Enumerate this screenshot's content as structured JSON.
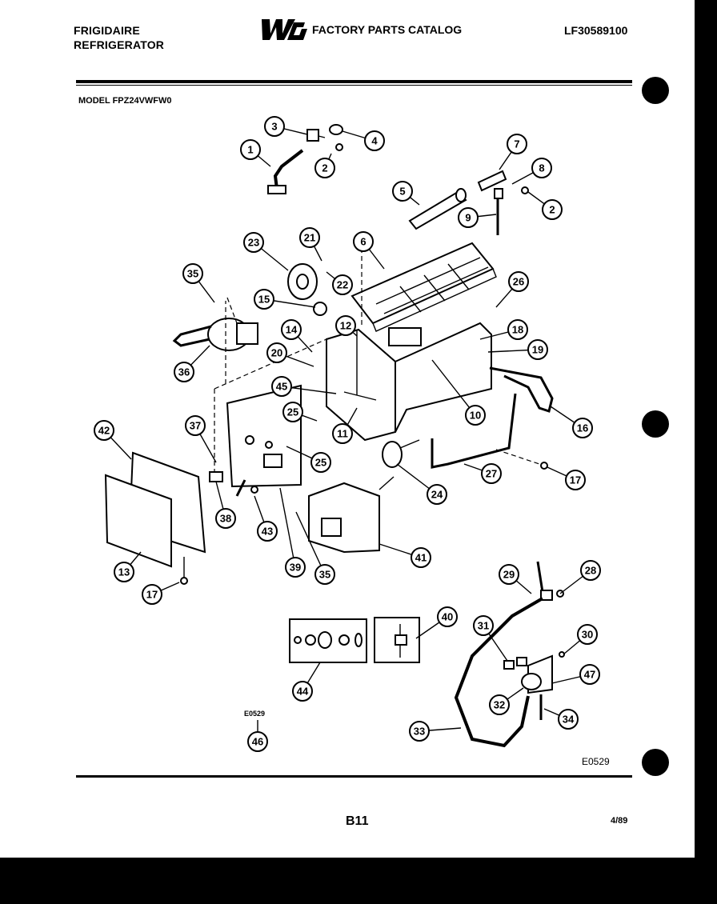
{
  "header": {
    "brand_line1": "FRIGIDAIRE",
    "brand_line2": "REFRIGERATOR",
    "logo_text": "WCI",
    "catalog_title": "FACTORY PARTS CATALOG",
    "catalog_code": "LF30589100",
    "model": "MODEL FPZ24VWFW0"
  },
  "diagram": {
    "callouts": [
      {
        "label": "1"
      },
      {
        "label": "2"
      },
      {
        "label": "3"
      },
      {
        "label": "4"
      },
      {
        "label": "2"
      },
      {
        "label": "5"
      },
      {
        "label": "7"
      },
      {
        "label": "8"
      },
      {
        "label": "9"
      },
      {
        "label": "23"
      },
      {
        "label": "21"
      },
      {
        "label": "6"
      },
      {
        "label": "35"
      },
      {
        "label": "22"
      },
      {
        "label": "26"
      },
      {
        "label": "15"
      },
      {
        "label": "12"
      },
      {
        "label": "18"
      },
      {
        "label": "14"
      },
      {
        "label": "19"
      },
      {
        "label": "36"
      },
      {
        "label": "20"
      },
      {
        "label": "45"
      },
      {
        "label": "10"
      },
      {
        "label": "16"
      },
      {
        "label": "37"
      },
      {
        "label": "25"
      },
      {
        "label": "11"
      },
      {
        "label": "42"
      },
      {
        "label": "25"
      },
      {
        "label": "27"
      },
      {
        "label": "17"
      },
      {
        "label": "24"
      },
      {
        "label": "38"
      },
      {
        "label": "43"
      },
      {
        "label": "41"
      },
      {
        "label": "13"
      },
      {
        "label": "39"
      },
      {
        "label": "35"
      },
      {
        "label": "29"
      },
      {
        "label": "28"
      },
      {
        "label": "17"
      },
      {
        "label": "40"
      },
      {
        "label": "31"
      },
      {
        "label": "30"
      },
      {
        "label": "47"
      },
      {
        "label": "32"
      },
      {
        "label": "44"
      },
      {
        "label": "34"
      },
      {
        "label": "46"
      },
      {
        "label": "33"
      }
    ],
    "part_code": "E0529",
    "small_code": "E0529"
  },
  "footer": {
    "page_number": "B11",
    "date": "4/89"
  }
}
